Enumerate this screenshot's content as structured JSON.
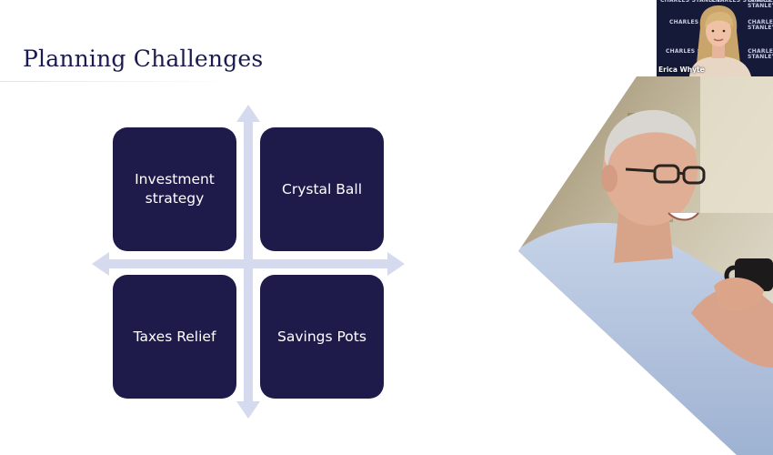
{
  "slide": {
    "title": "Planning Challenges",
    "quadrants": [
      {
        "label": "Investment strategy"
      },
      {
        "label": "Crystal Ball"
      },
      {
        "label": "Taxes Relief"
      },
      {
        "label": "Savings Pots"
      }
    ]
  },
  "video": {
    "speaker_name": "Erica Whyte",
    "backdrop_brand": "CHARLES STANLEY."
  },
  "colors": {
    "tile": "#1e1b4b",
    "title": "#1a1a4e",
    "axis": "#d6daee",
    "video_bg": "#141a38"
  }
}
